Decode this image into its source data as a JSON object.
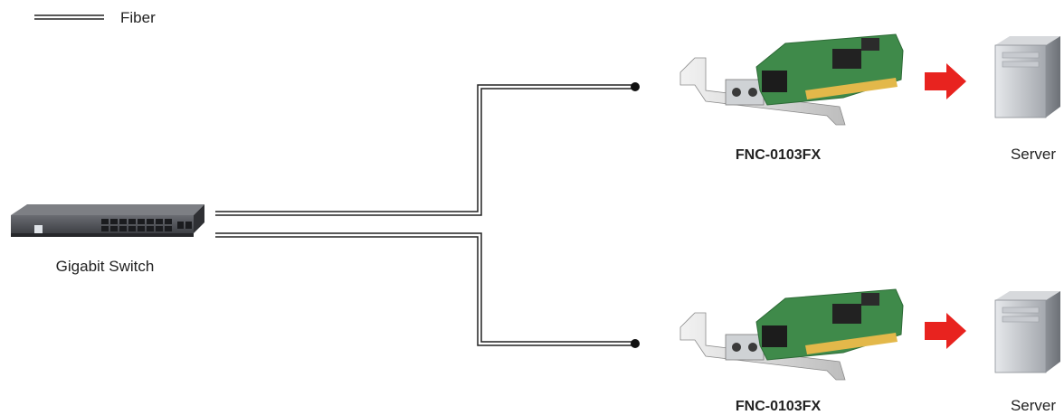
{
  "legend": {
    "fiber_label": "Fiber"
  },
  "switch": {
    "label": "Gigabit Switch"
  },
  "nodes": [
    {
      "card_label": "FNC-0103FX",
      "server_label": "Server"
    },
    {
      "card_label": "FNC-0103FX",
      "server_label": "Server"
    }
  ],
  "colors": {
    "arrow": "#e8231f",
    "card_pcb": "#3f8a4a",
    "switch_body": "#4b4d52",
    "server_body": "#b9bcc1",
    "fiber_line": "#222222"
  }
}
